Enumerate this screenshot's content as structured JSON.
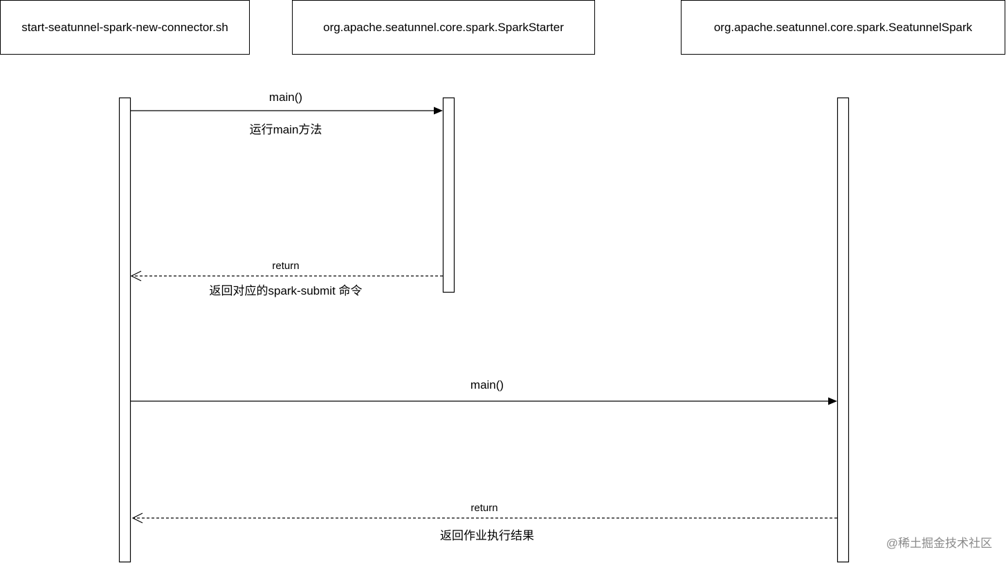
{
  "participants": {
    "shell": "start-seatunnel-spark-new-connector.sh",
    "starter": "org.apache.seatunnel.core.spark.SparkStarter",
    "seatunnel_spark": "org.apache.seatunnel.core.spark.SeatunnelSpark"
  },
  "messages": {
    "call_starter": {
      "label": "main()",
      "note": "运行main方法"
    },
    "return_starter": {
      "label": "return",
      "note": "返回对应的spark-submit 命令"
    },
    "call_seatunnel": {
      "label": "main()"
    },
    "return_seatunnel": {
      "label": "return",
      "note": "返回作业执行结果"
    }
  },
  "watermark": "@稀土掘金技术社区"
}
